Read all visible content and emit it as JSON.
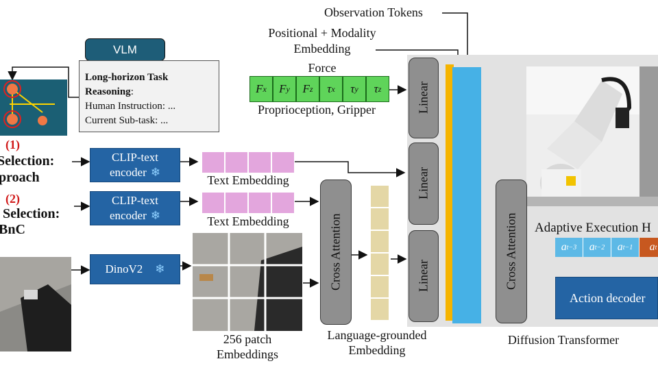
{
  "vlm": {
    "tag": "VLM",
    "title": "Long-horizon Task",
    "title2": "Reasoning",
    "title_suffix": ":",
    "line1": "Human Instruction: ...",
    "line2": "Current Sub-task: ..."
  },
  "left": {
    "num1": "(1)",
    "sel1": "Selection:",
    "sel1b": "proach",
    "num2": "(2)",
    "sel2": "Selection:",
    "sel2b": "BnC"
  },
  "encoders": {
    "clip1_line1": "CLIP-text",
    "clip1_line2": "encoder",
    "clip2_line1": "CLIP-text",
    "clip2_line2": "encoder",
    "dino": "DinoV2",
    "snowflake": "❄"
  },
  "labels": {
    "text_emb1": "Text Embedding",
    "text_emb2": "Text Embedding",
    "patch1": "256 patch",
    "patch2": "Embeddings",
    "lang1": "Language-grounded",
    "lang2": "Embedding",
    "obs_tokens": "Observation Tokens",
    "pos_mod1": "Positional + Modality",
    "pos_mod2": "Embedding",
    "force": "Force",
    "proprio": "Proprioception, Gripper",
    "diffusion": "Diffusion Transformer",
    "adaptive": "Adaptive Execution H",
    "cross_attn_1": "Cross Attention",
    "cross_attn_2": "Cross Attention",
    "linear1": "Linear",
    "linear2": "Linear",
    "linear3": "Linear",
    "action_decoder": "Action decoder"
  },
  "force_cells": [
    {
      "sym": "F",
      "sub": "x"
    },
    {
      "sym": "F",
      "sub": "y"
    },
    {
      "sym": "F",
      "sub": "z"
    },
    {
      "sym": "τ",
      "sub": "x"
    },
    {
      "sym": "τ",
      "sub": "y"
    },
    {
      "sym": "τ",
      "sub": "z"
    }
  ],
  "action_tokens": [
    {
      "sym": "a",
      "sub": "t−3"
    },
    {
      "sym": "a",
      "sub": "t−2"
    },
    {
      "sym": "a",
      "sub": "t−1"
    },
    {
      "sym": "a",
      "sub": "t"
    }
  ],
  "colors": {
    "blue_box": "#2464a4",
    "pink_token": "#e3a6dd",
    "tan_token": "#e4d7a6",
    "force_green": "#5fd45a",
    "obs_blue": "#46b1e6",
    "obs_orange": "#f5b400",
    "action_current": "#c7581f",
    "red_text": "#d11a1a"
  }
}
